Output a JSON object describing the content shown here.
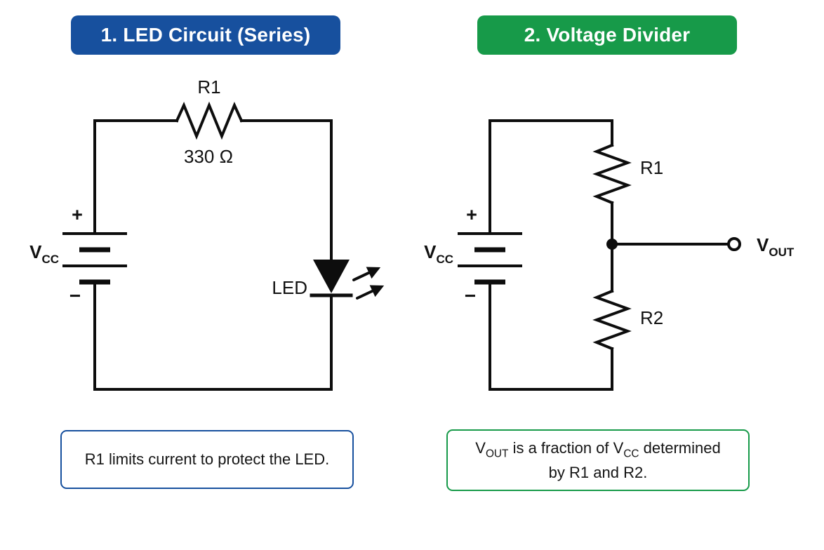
{
  "panels": {
    "led": {
      "title": "1. LED Circuit (Series)",
      "accent": "#17509e",
      "caption": "R1 limits current to protect the LED.",
      "labels": {
        "r1": "R1",
        "r1_value": "330 Ω",
        "vcc_main": "V",
        "vcc_sub": "CC",
        "plus": "+",
        "minus": "−",
        "led": "LED"
      }
    },
    "divider": {
      "title": "2. Voltage Divider",
      "accent": "#179a49",
      "labels": {
        "vcc_main": "V",
        "vcc_sub": "CC",
        "plus": "+",
        "minus": "−",
        "r1": "R1",
        "r2": "R2",
        "vout_main": "V",
        "vout_sub": "OUT"
      },
      "caption": {
        "line1_v": "V",
        "line1_vsub": "OUT",
        "line1_mid": " is a fraction of V",
        "line1_csub": "CC",
        "line1_end": " determined",
        "line2": "by R1 and R2."
      }
    }
  }
}
